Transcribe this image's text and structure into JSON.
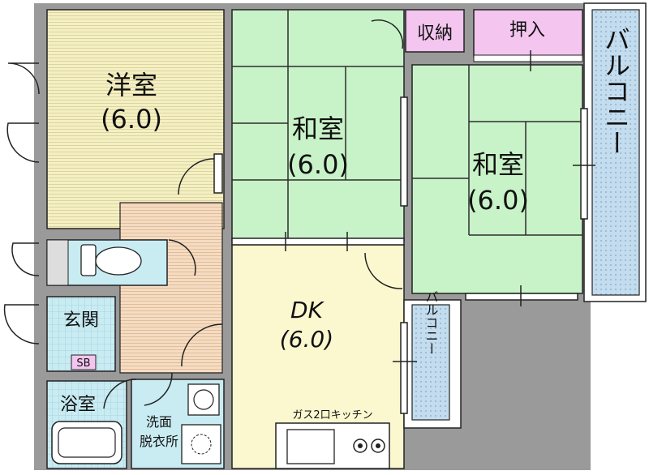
{
  "floorplan": {
    "rooms": {
      "western_room": {
        "name": "洋室",
        "size": "(6.0)"
      },
      "japanese_room_1": {
        "name": "和室",
        "size": "(6.0)"
      },
      "japanese_room_2": {
        "name": "和室",
        "size": "(6.0)"
      },
      "dk": {
        "name": "DK",
        "size": "(6.0)"
      },
      "storage": {
        "name": "収納"
      },
      "closet": {
        "name": "押入"
      },
      "balcony_large": {
        "name": "バルコニー"
      },
      "balcony_small": {
        "name": "バルコニー"
      },
      "entrance": {
        "name": "玄関"
      },
      "shoe_box": {
        "name": "SB"
      },
      "bathroom": {
        "name": "浴室"
      },
      "washroom": {
        "name_line1": "洗面",
        "name_line2": "脱衣所"
      },
      "kitchen": {
        "name": "ガス2口キッチン"
      }
    },
    "colors": {
      "western_room": "#f5f0c3",
      "japanese_room": "#c8f2c8",
      "tatami_line": "#2d2d2d",
      "dk": "#fbf8d0",
      "storage": "#f3c5ef",
      "balcony": "#c3dcee",
      "corridor": "#f5dcc3",
      "bath": "#c9ecf3",
      "wall": "#8f8f8f",
      "outline": "#1a1a1a"
    }
  }
}
